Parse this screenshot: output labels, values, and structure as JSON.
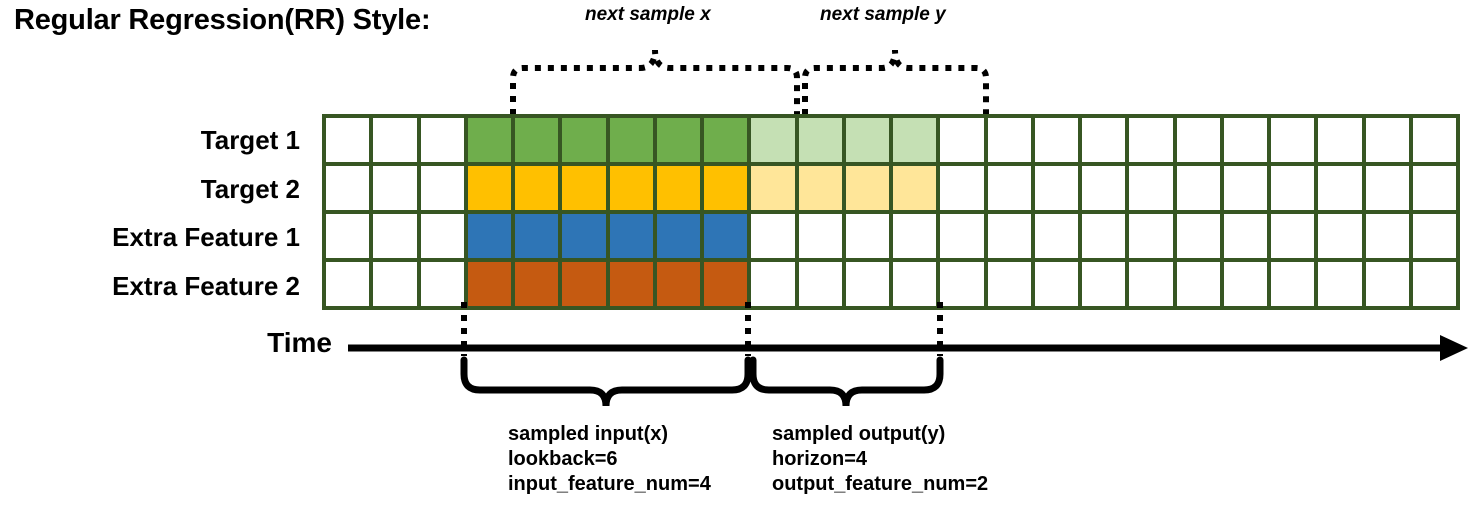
{
  "title": "Regular Regression(RR) Style:",
  "annotations": {
    "next_sample_x": "next sample x",
    "next_sample_y": "next sample y"
  },
  "rows": [
    {
      "label": "Target 1",
      "color_key": "green"
    },
    {
      "label": "Target 2",
      "color_key": "gold"
    },
    {
      "label": "Extra Feature 1",
      "color_key": "blue"
    },
    {
      "label": "Extra Feature 2",
      "color_key": "orange"
    }
  ],
  "time_axis": {
    "label": "Time"
  },
  "grid": {
    "total_columns": 24,
    "lead_blank_columns": 3,
    "input_columns": 6,
    "output_columns": 4,
    "trailing_blank_columns": 11,
    "cells": [
      [
        "w",
        "w",
        "w",
        "green",
        "green",
        "green",
        "green",
        "green",
        "green",
        "greenlt",
        "greenlt",
        "greenlt",
        "greenlt",
        "w",
        "w",
        "w",
        "w",
        "w",
        "w",
        "w",
        "w",
        "w",
        "w",
        "w"
      ],
      [
        "w",
        "w",
        "w",
        "gold",
        "gold",
        "gold",
        "gold",
        "gold",
        "gold",
        "goldlt",
        "goldlt",
        "goldlt",
        "goldlt",
        "w",
        "w",
        "w",
        "w",
        "w",
        "w",
        "w",
        "w",
        "w",
        "w",
        "w"
      ],
      [
        "w",
        "w",
        "w",
        "blue",
        "blue",
        "blue",
        "blue",
        "blue",
        "blue",
        "w",
        "w",
        "w",
        "w",
        "w",
        "w",
        "w",
        "w",
        "w",
        "w",
        "w",
        "w",
        "w",
        "w",
        "w"
      ],
      [
        "w",
        "w",
        "w",
        "orange",
        "orange",
        "orange",
        "orange",
        "orange",
        "orange",
        "w",
        "w",
        "w",
        "w",
        "w",
        "w",
        "w",
        "w",
        "w",
        "w",
        "w",
        "w",
        "w",
        "w",
        "w"
      ]
    ]
  },
  "captions": {
    "input": {
      "line1": "sampled input(x)",
      "line2": "lookback=6",
      "line3": "input_feature_num=4"
    },
    "output": {
      "line1": "sampled output(y)",
      "line2": "horizon=4",
      "line3": "output_feature_num=2"
    }
  },
  "colors": {
    "border": "#375623",
    "green": "#6FAE4C",
    "green_light": "#C5E0B4",
    "gold": "#FFC000",
    "gold_light": "#FFE699",
    "blue": "#2E75B6",
    "orange": "#C55A11",
    "blank": "#FFFFFF",
    "ink": "#000000"
  }
}
